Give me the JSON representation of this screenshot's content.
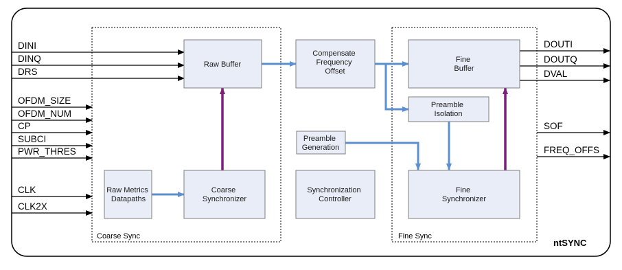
{
  "title": "ntSYNC",
  "regions": {
    "coarse": "Coarse Sync",
    "fine": "Fine Sync"
  },
  "blocks": {
    "raw_buffer": [
      "Raw Buffer"
    ],
    "raw_metrics": [
      "Raw Metrics",
      "Datapaths"
    ],
    "coarse_sync": [
      "Coarse",
      "Synchronizer"
    ],
    "cfo": [
      "Compensate",
      "Frequency",
      "Offset"
    ],
    "preamble_gen": [
      "Preamble",
      "Generation"
    ],
    "sync_ctrl": [
      "Synchronization",
      "Controller"
    ],
    "fine_buffer": [
      "Fine",
      "Buffer"
    ],
    "preamble_iso": [
      "Preamble",
      "Isolation"
    ],
    "fine_sync": [
      "Fine",
      "Synchronizer"
    ]
  },
  "inputs": [
    "DINI",
    "DINQ",
    "DRS",
    "OFDM_SIZE",
    "OFDM_NUM",
    "CP",
    "SUBCI",
    "PWR_THRES",
    "CLK",
    "CLK2X"
  ],
  "outputs": [
    "DOUTI",
    "DOUTQ",
    "DVAL",
    "SOF",
    "FREQ_OFFS"
  ],
  "colors": {
    "block_fill": "#e8edf7",
    "block_stroke": "#7f7f7f",
    "data_arrow": "#5b8fd0",
    "control_arrow": "#7b1f7a",
    "line": "#000000"
  }
}
